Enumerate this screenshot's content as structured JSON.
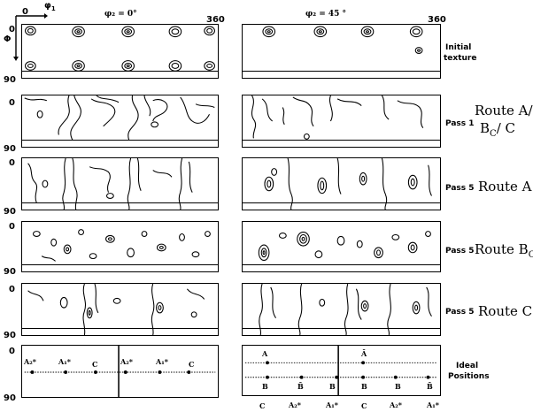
{
  "axes": {
    "phi1_label": "φ",
    "phi1_sub": "1",
    "Phi_label": "Φ",
    "tick_0": "0",
    "tick_360": "360",
    "tick_90": "90"
  },
  "columns": {
    "left_header": "φ₂ = 0°",
    "right_header": "φ₂ = 45 °"
  },
  "rows": [
    {
      "side_label_1": "Initial",
      "side_label_2": "texture",
      "route": ""
    },
    {
      "side_label_1": "Pass 1",
      "side_label_2": "",
      "route": "Route A/",
      "route_2": "B",
      "route_2_sub": "C",
      "route_2_tail": "/ C"
    },
    {
      "side_label_1": "Pass 5",
      "side_label_2": "",
      "route": "Route A"
    },
    {
      "side_label_1": "Pass 5",
      "side_label_2": "",
      "route": "Route B",
      "route_sub": "C"
    },
    {
      "side_label_1": "Pass 5",
      "side_label_2": "",
      "route": "Route C"
    }
  ],
  "ideal": {
    "label_1": "Ideal",
    "label_2": "Positions",
    "left_marks": [
      "A₂*",
      "A₁*",
      "C",
      "A₂*",
      "A₁*",
      "C"
    ],
    "right_top": [
      "A",
      "Ā"
    ],
    "right_mid": [
      "B",
      "B̄",
      "B",
      "B",
      "B",
      "B̄"
    ],
    "right_bottom": [
      "C",
      "A₂*",
      "A₁*",
      "C",
      "A₂*",
      "A₁*"
    ]
  }
}
